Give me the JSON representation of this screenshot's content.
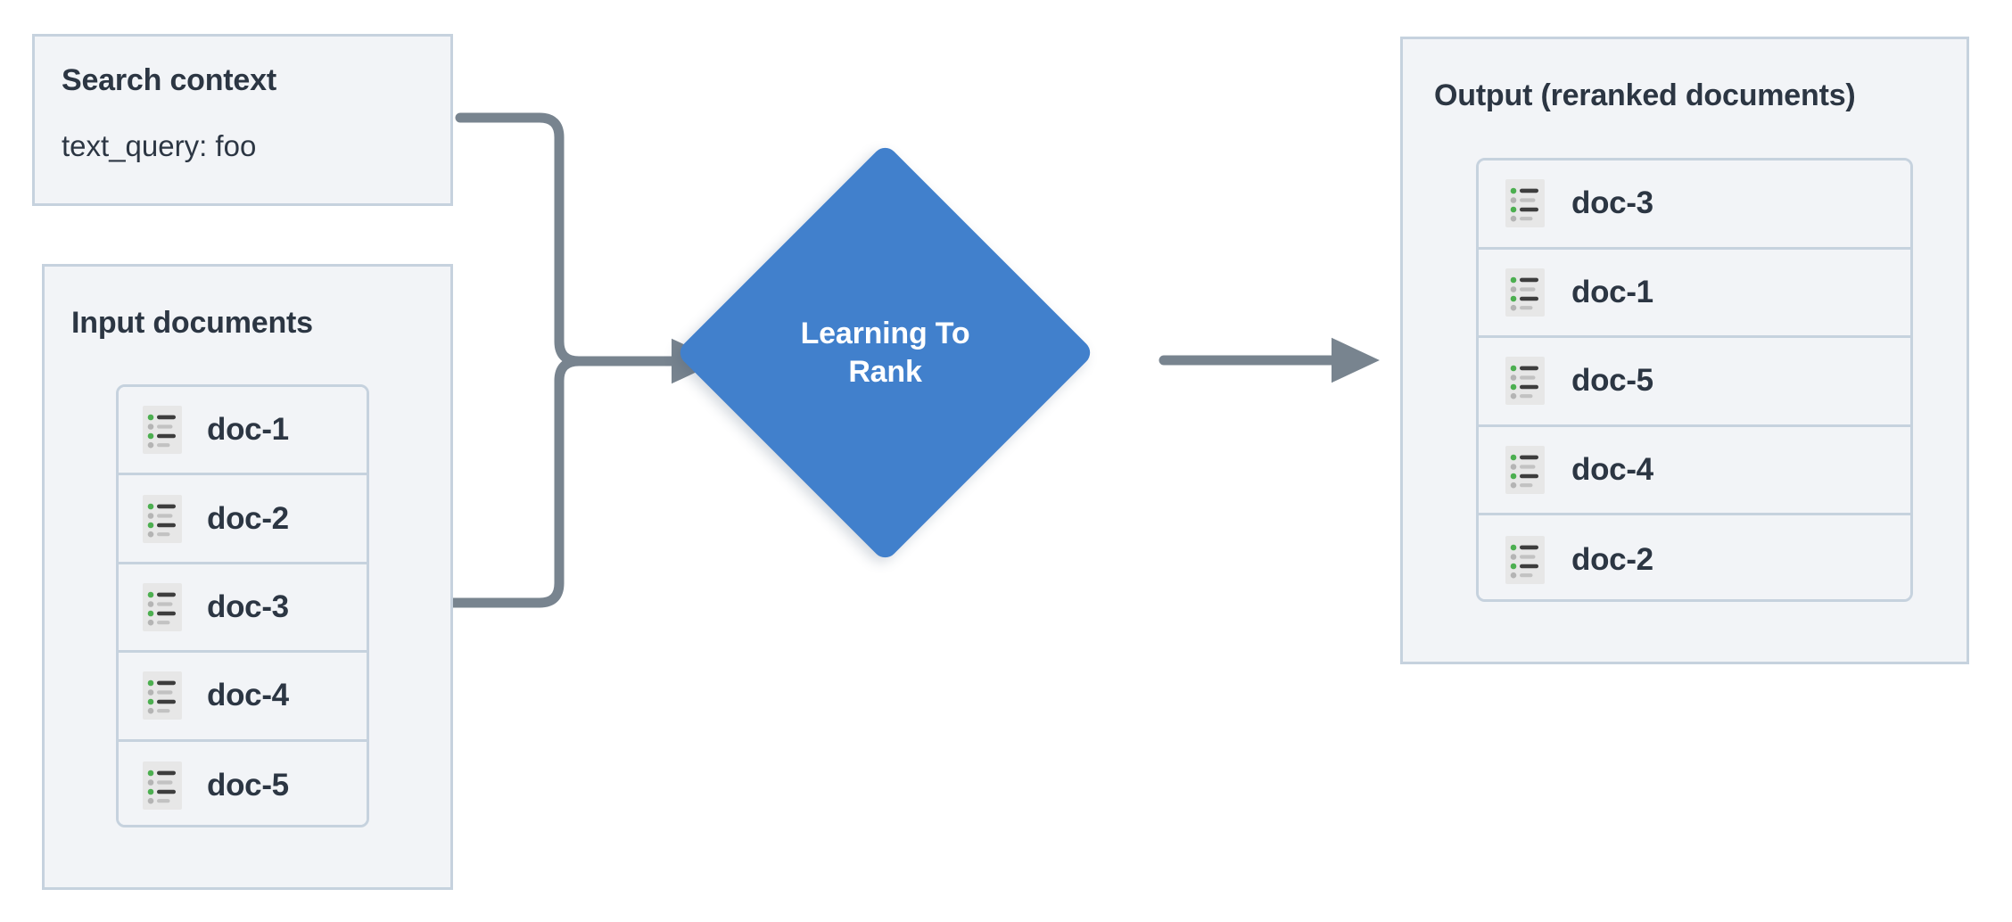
{
  "diagram": {
    "title": "Learning To Rank reranking flow",
    "colors": {
      "panel_fill": "#f2f4f7",
      "panel_border": "#c6d2de",
      "text": "#2c3643",
      "connector": "#78848f",
      "node_blue": "#4180cc",
      "node_text": "#ffffff",
      "icon_bg": "#e7e7e7",
      "icon_bullet_green": "#4caf50",
      "icon_bullet_gray": "#b4b4b4",
      "icon_line_dark": "#3d3d3d",
      "icon_line_gray": "#c2c2c2"
    }
  },
  "search_context": {
    "title": "Search context",
    "query_line": "text_query: foo"
  },
  "input_documents": {
    "title": "Input documents",
    "docs": [
      {
        "label": "doc-1",
        "icon": "document-list-icon"
      },
      {
        "label": "doc-2",
        "icon": "document-list-icon"
      },
      {
        "label": "doc-3",
        "icon": "document-list-icon"
      },
      {
        "label": "doc-4",
        "icon": "document-list-icon"
      },
      {
        "label": "doc-5",
        "icon": "document-list-icon"
      }
    ]
  },
  "process_node": {
    "shape": "diamond",
    "line1": "Learning To",
    "line2": "Rank",
    "label": "Learning To Rank"
  },
  "output_documents": {
    "title": "Output (reranked documents)",
    "docs": [
      {
        "label": "doc-3",
        "icon": "document-list-icon"
      },
      {
        "label": "doc-1",
        "icon": "document-list-icon"
      },
      {
        "label": "doc-5",
        "icon": "document-list-icon"
      },
      {
        "label": "doc-4",
        "icon": "document-list-icon"
      },
      {
        "label": "doc-2",
        "icon": "document-list-icon"
      }
    ]
  },
  "connectors": [
    {
      "name": "search-context-to-ltr",
      "from": "Search context",
      "to": "Learning To Rank",
      "arrow": true
    },
    {
      "name": "input-documents-to-ltr",
      "from": "Input documents",
      "to": "Learning To Rank",
      "arrow": true
    },
    {
      "name": "ltr-to-output",
      "from": "Learning To Rank",
      "to": "Output (reranked documents)",
      "arrow": true
    }
  ]
}
